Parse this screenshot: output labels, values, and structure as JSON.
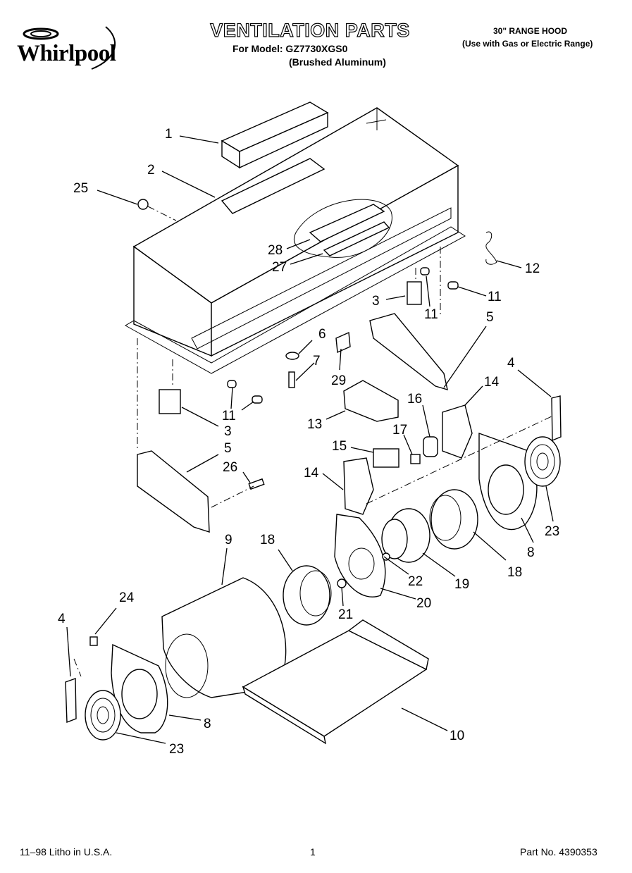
{
  "header": {
    "brand": "Whirlpool",
    "title": "VENTILATION PARTS",
    "model_line": "For Model: GZ7730XGS0",
    "finish_line": "(Brushed Aluminum)",
    "product": "30\" RANGE HOOD",
    "usage_note": "(Use with Gas or Electric Range)"
  },
  "callouts": [
    "1",
    "2",
    "25",
    "28",
    "27",
    "12",
    "3",
    "11",
    "11",
    "5",
    "6",
    "7",
    "29",
    "11",
    "3",
    "4",
    "14",
    "16",
    "13",
    "17",
    "15",
    "5",
    "26",
    "14",
    "9",
    "18",
    "23",
    "8",
    "22",
    "19",
    "18",
    "20",
    "21",
    "24",
    "4",
    "8",
    "10",
    "23"
  ],
  "footer": {
    "litho": "11–98 Litho in U.S.A.",
    "page": "1",
    "part_no": "Part No. 4390353"
  }
}
